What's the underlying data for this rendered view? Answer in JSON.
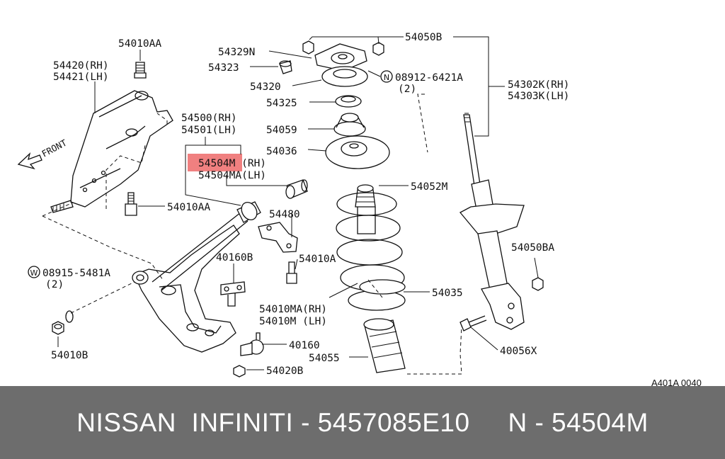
{
  "diagram": {
    "labels": {
      "l_54010AA_top": "54010AA",
      "l_54420": "54420(RH)",
      "l_54421": "54421(LH)",
      "l_front": "FRONT",
      "l_54500": "54500(RH)",
      "l_54501": "54501(LH)",
      "l_54504M": "54504M  (RH)",
      "l_54504MA": "54504MA(LH)",
      "l_54010AA_mid": "54010AA",
      "l_54329N": "54329N",
      "l_54323": "54323",
      "l_54320": "54320",
      "l_54325": "54325",
      "l_54059": "54059",
      "l_54036": "54036",
      "l_54050B": "54050B",
      "l_08912": "08912-6421A",
      "l_08912_qty": "(2)",
      "l_54302K": "54302K(RH)",
      "l_54303K": "54303K(LH)",
      "l_54052M": "54052M",
      "l_54480": "54480",
      "l_40160B": "40160B",
      "l_54010A": "54010A",
      "l_54050BA": "54050BA",
      "l_08915": "08915-5481A",
      "l_08915_qty": "(2)",
      "l_54035": "54035",
      "l_54010MA": "54010MA(RH)",
      "l_54010M": "54010M  (LH)",
      "l_40160": "40160",
      "l_54055": "54055",
      "l_40056X": "40056X",
      "l_54010B": "54010B",
      "l_54020B": "54020B",
      "l_code": "A401A 0040"
    },
    "circled": {
      "n": "N",
      "w": "W"
    },
    "highlight_color": "#f08080"
  },
  "footer": {
    "text": "NISSAN  INFINITI - 5457085E10     N - 54504M"
  }
}
